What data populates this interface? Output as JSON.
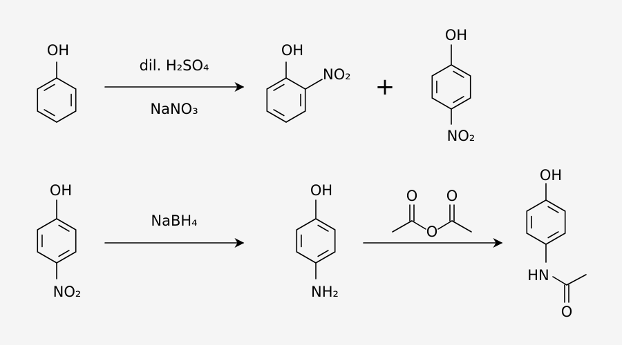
{
  "reactions": [
    {
      "reactant": {
        "substituents": [
          "OH"
        ]
      },
      "arrow": {
        "above": "dil. H₂SO₄",
        "below": "NaNO₃"
      },
      "products": [
        {
          "substituents": [
            "OH",
            "NO₂"
          ]
        },
        {
          "substituents": [
            "OH",
            "NO₂"
          ]
        }
      ],
      "plus": "+"
    },
    {
      "reactant": {
        "substituents": [
          "OH",
          "NO₂"
        ]
      },
      "arrow": {
        "above": "NaBH₄"
      },
      "intermediate": {
        "substituents": [
          "OH",
          "NH₂"
        ]
      },
      "reagent": {
        "atoms": [
          "O",
          "O",
          "O"
        ]
      },
      "product": {
        "substituents": [
          "OH",
          "HN",
          "O"
        ]
      }
    }
  ],
  "colors": {
    "background": "#f5f5f5",
    "ink": "#000000"
  }
}
